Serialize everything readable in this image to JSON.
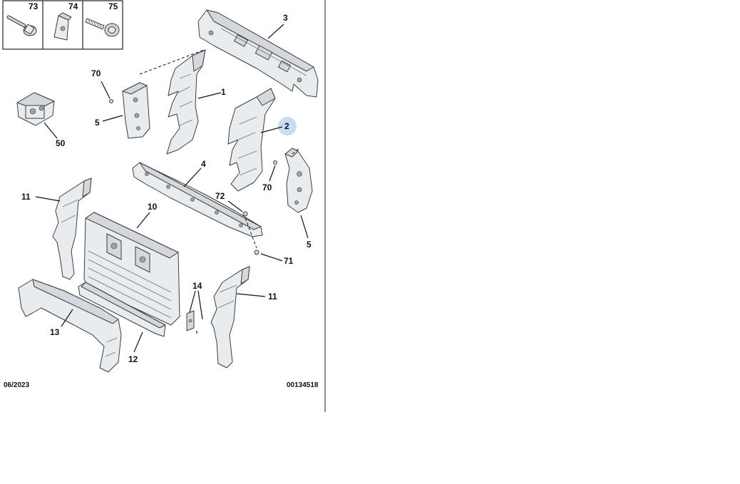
{
  "diagram": {
    "footer_date": "06/2023",
    "footer_ref": "00134518",
    "highlight_color": "#c9dcf5",
    "fasteners": [
      {
        "id": "fastener-73",
        "label": "73",
        "icon": "bolt-with-washer-icon"
      },
      {
        "id": "fastener-74",
        "label": "74",
        "icon": "clip-nut-icon"
      },
      {
        "id": "fastener-75",
        "label": "75",
        "icon": "screw-with-washer-icon"
      }
    ],
    "callouts": {
      "c1": "1",
      "c2": "2",
      "c3": "3",
      "c4": "4",
      "c5_left": "5",
      "c5_right": "5",
      "c10": "10",
      "c11_left": "11",
      "c11_right": "11",
      "c12": "12",
      "c13": "13",
      "c14": "14",
      "c50": "50",
      "c70_left": "70",
      "c70_right": "70",
      "c71": "71",
      "c72": "72"
    }
  }
}
